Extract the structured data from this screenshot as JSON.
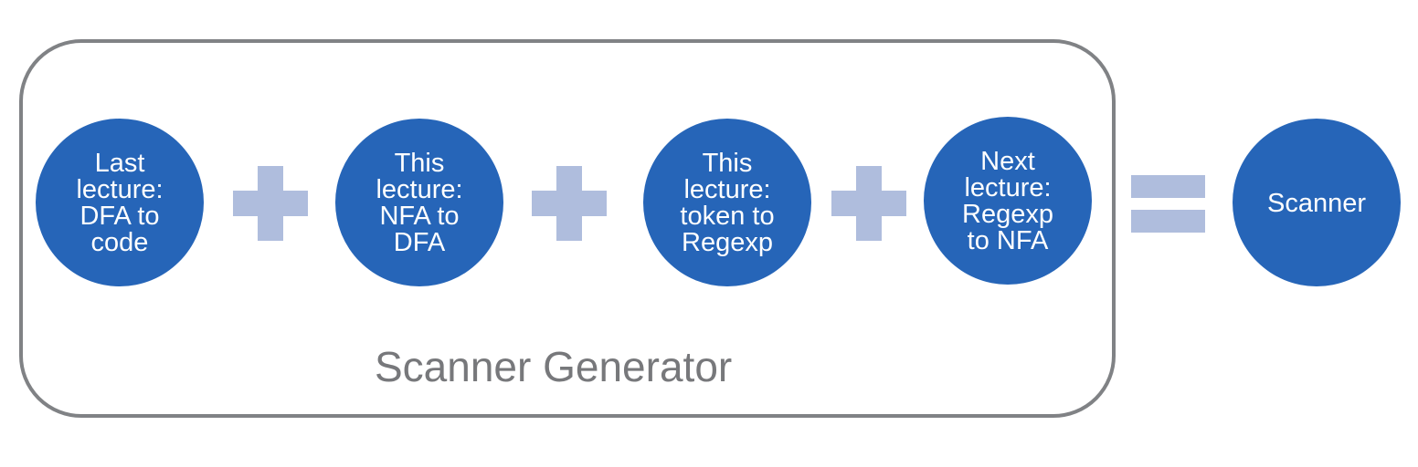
{
  "diagram": {
    "group_label": "Scanner Generator",
    "nodes": [
      {
        "label": "Last\nlecture:\nDFA to\ncode"
      },
      {
        "label": "This\nlecture:\nNFA to\nDFA"
      },
      {
        "label": "This\nlecture:\ntoken to\nRegexp"
      },
      {
        "label": "Next\nlecture:\nRegexp\nto NFA"
      },
      {
        "label": "Scanner"
      }
    ],
    "operators": [
      "plus-icon",
      "plus-icon",
      "plus-icon",
      "equals-icon"
    ],
    "colors": {
      "node_fill": "#2665b8",
      "node_text": "#ffffff",
      "operator": "#afbddd",
      "group_border": "#808285",
      "group_label": "#77787b"
    }
  }
}
